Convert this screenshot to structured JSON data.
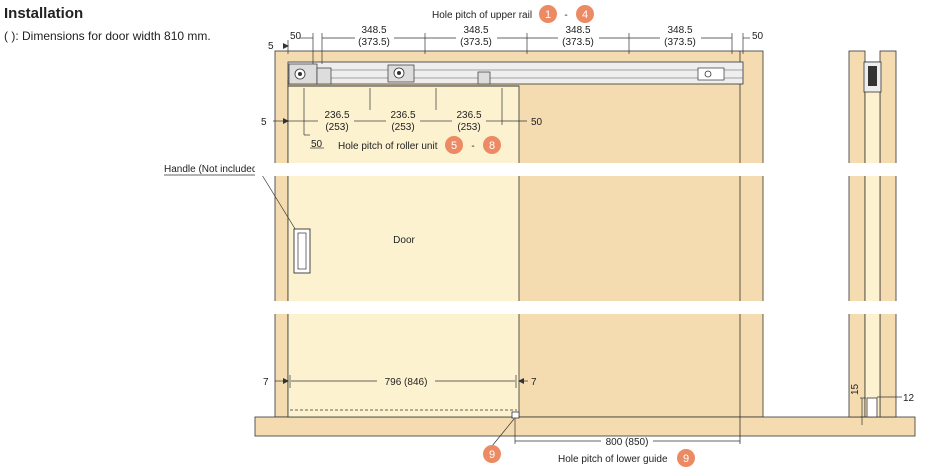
{
  "header": {
    "title": "Installation",
    "subtitle": "( ): Dimensions for door width 810 mm."
  },
  "upper_rail": {
    "label": "Hole pitch of upper rail",
    "badge_start": "1",
    "dash": "-",
    "badge_end": "4",
    "left_offset": "50",
    "right_offset": "50",
    "gap_left": "5",
    "pitches": [
      {
        "main": "348.5",
        "alt": "(373.5)"
      },
      {
        "main": "348.5",
        "alt": "(373.5)"
      },
      {
        "main": "348.5",
        "alt": "(373.5)"
      },
      {
        "main": "348.5",
        "alt": "(373.5)"
      }
    ]
  },
  "roller_unit": {
    "label": "Hole pitch of roller unit",
    "badge_start": "5",
    "dash": "-",
    "badge_end": "8",
    "left_gap": "5",
    "right_offset": "50",
    "under_offset": "50",
    "pitches": [
      {
        "main": "236.5",
        "alt": "(253)"
      },
      {
        "main": "236.5",
        "alt": "(253)"
      },
      {
        "main": "236.5",
        "alt": "(253)"
      }
    ]
  },
  "door": {
    "label": "Door",
    "handle_label": "Handle (Not included)",
    "width_label": "796 (846)",
    "left_gap": "7",
    "right_gap": "7"
  },
  "lower_guide": {
    "width_label": "800 (850)",
    "label": "Hole pitch of lower guide",
    "badge_left": "9",
    "badge_right": "9"
  },
  "side_view": {
    "dim_vertical": "15",
    "dim_horizontal": "12"
  },
  "colors": {
    "wall": "#f5dcb0",
    "door": "#fdf2d0",
    "badge": "#ec8a64",
    "line": "#333333"
  }
}
